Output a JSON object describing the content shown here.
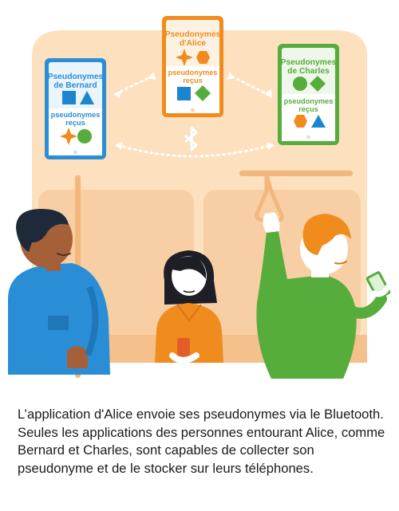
{
  "colors": {
    "wall": "#fde0bd",
    "seat": "#f8cfa4",
    "pole": "#f3b77c",
    "bernard_frame": "#2a8ed6",
    "alice_frame": "#f08c1e",
    "charles_frame": "#56ad3c",
    "blue_shape": "#1b86cf",
    "orange_shape": "#f08c1e",
    "green_shape": "#56ad3c"
  },
  "phones": {
    "bernard": {
      "title_line1": "Pseudonymes",
      "title_line2": "de Bernard",
      "own_shapes": [
        "square-blue",
        "triangle-blue"
      ],
      "received_line1": "pseudonymes",
      "received_line2": "reçus",
      "received_shapes": [
        "star-orange",
        "circle-green"
      ]
    },
    "alice": {
      "title_line1": "Pseudonymes",
      "title_line2": "d'Alice",
      "own_shapes": [
        "star-orange",
        "hexagon-orange"
      ],
      "received_line1": "pseudonymes",
      "received_line2": "reçus",
      "received_shapes": [
        "square-blue",
        "diamond-green"
      ]
    },
    "charles": {
      "title_line1": "Pseudonymes",
      "title_line2": "de Charles",
      "own_shapes": [
        "circle-green",
        "diamond-green"
      ],
      "received_line1": "pseudonymes",
      "received_line2": "reçus",
      "received_shapes": [
        "hexagon-orange",
        "triangle-blue"
      ]
    }
  },
  "icons": [
    "bluetooth-icon",
    "exchange-arrow-icon"
  ],
  "caption": "L’application d'Alice envoie ses pseudonymes via le Bluetooth. Seules les applications des personnes entourant Alice, comme Bernard et Charles, sont capables de collecter son pseudonyme et de le stocker sur leurs téléphones."
}
